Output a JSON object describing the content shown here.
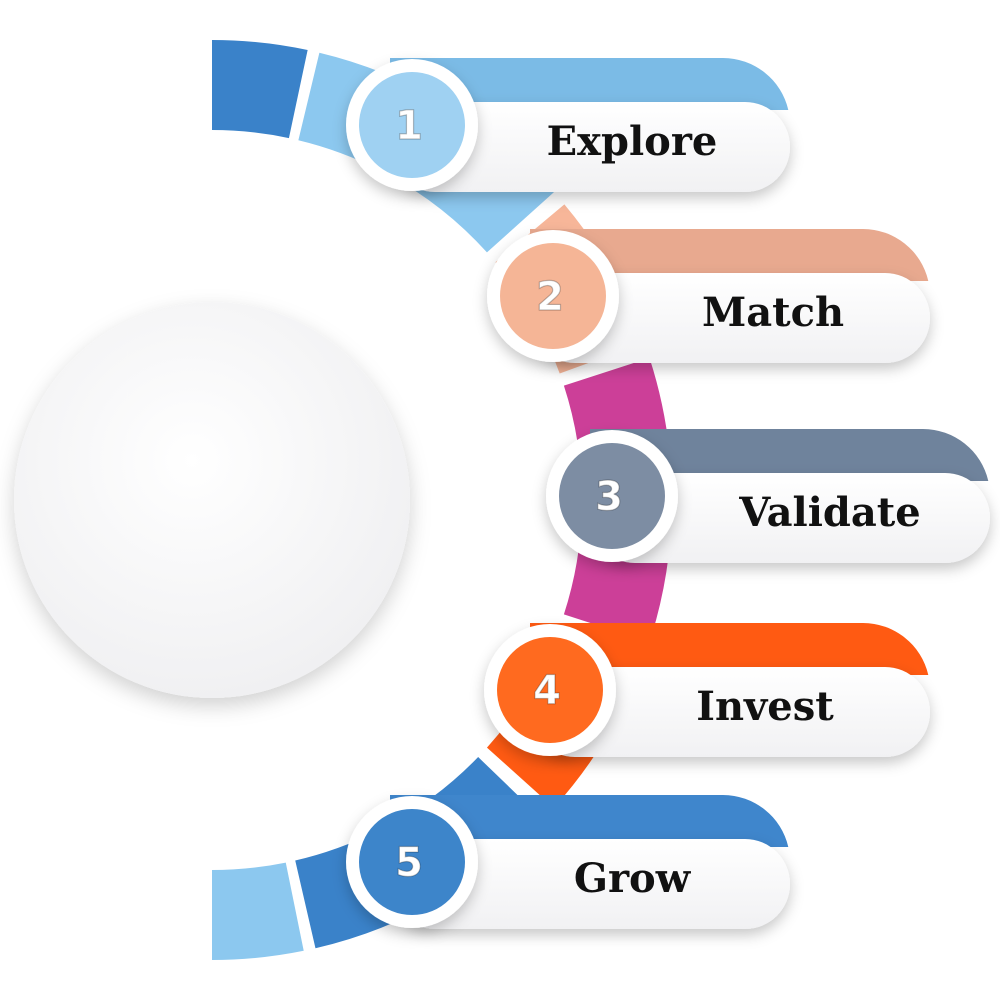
{
  "steps": [
    {
      "number": "1",
      "label": "Explore",
      "color": "#8cc8ef",
      "band": "#7bbbe6",
      "badge": "#9fd1f2"
    },
    {
      "number": "2",
      "label": "Match",
      "color": "#f7b699",
      "band": "#e8a98f",
      "badge": "#f5b596"
    },
    {
      "number": "3",
      "label": "Validate",
      "color": "#7c8a9e",
      "band": "#6f839c",
      "badge": "#7d8da3"
    },
    {
      "number": "4",
      "label": "Invest",
      "color": "#ff5a12",
      "band": "#ff5a12",
      "badge": "#ff6a1f"
    },
    {
      "number": "5",
      "label": "Grow",
      "color": "#3a82c9",
      "band": "#3f86cc",
      "badge": "#3d85ca"
    }
  ],
  "arc_colors": {
    "top_dark": "#3a82c9",
    "top_light": "#8cc8ef",
    "peach": "#f7b699",
    "magenta": "#cc3f98",
    "orange": "#ff5a12",
    "bottom_dark": "#3a82c9",
    "bottom_light": "#8cc8ef"
  }
}
